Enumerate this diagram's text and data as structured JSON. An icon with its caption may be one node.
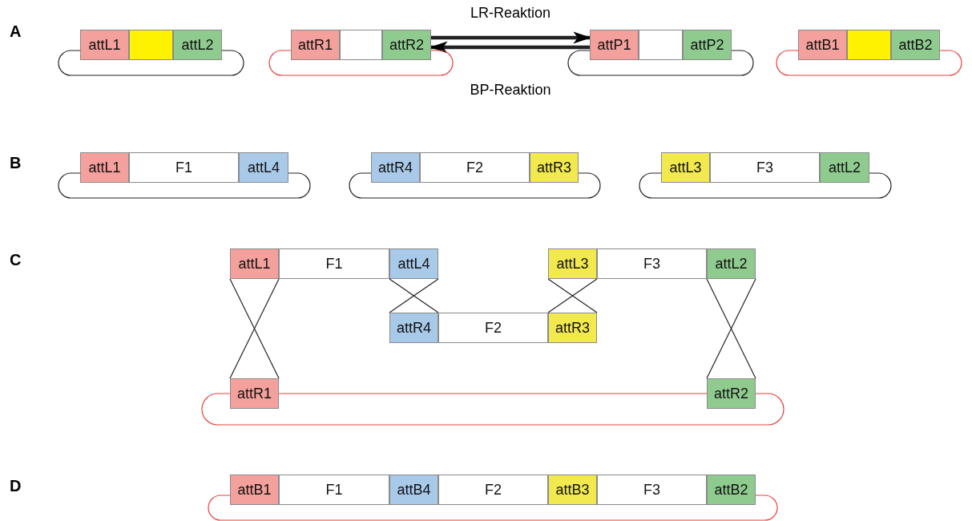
{
  "diagram": {
    "nodes": [
      {
        "text": [
          "attL1"
        ]
      },
      {
        "text": [],
        "shape": "box"
      },
      {
        "text": [
          "attL2"
        ]
      },
      {
        "text": [
          "attR1"
        ]
      },
      {
        "text": [],
        "shape": "box"
      },
      {
        "text": [
          "attR2"
        ]
      },
      {
        "text": [
          "attP1"
        ]
      },
      {
        "text": [],
        "shape": "box"
      },
      {
        "text": [
          "attP2"
        ]
      },
      {
        "text": [
          "attB1"
        ]
      },
      {
        "text": [],
        "shape": "box"
      },
      {
        "text": [
          "attB2"
        ]
      },
      {
        "text": [
          "attL1"
        ]
      },
      {
        "text": [
          "F1"
        ]
      },
      {
        "text": [
          "attL4"
        ]
      },
      {
        "text": [
          "attR4"
        ]
      },
      {
        "text": [
          "F2"
        ]
      },
      {
        "text": [
          "attR3"
        ]
      },
      {
        "text": [
          "attL3"
        ]
      },
      {
        "text": [
          "F3"
        ]
      },
      {
        "text": [
          "attL2"
        ]
      },
      {
        "text": [
          "attL1"
        ]
      },
      {
        "text": [
          "F1"
        ]
      },
      {
        "text": [
          "attL4"
        ]
      },
      {
        "text": [
          "attL3"
        ]
      },
      {
        "text": [
          "F3"
        ]
      },
      {
        "text": [
          "attL2"
        ]
      },
      {
        "text": [
          "attR4"
        ]
      },
      {
        "text": [
          "F2"
        ]
      },
      {
        "text": [
          "attR3"
        ]
      },
      {
        "text": [
          "attR1"
        ]
      },
      {
        "text": [
          "attR2"
        ]
      },
      {
        "text": [
          "attB1"
        ]
      },
      {
        "text": [
          "F1"
        ]
      },
      {
        "text": [
          "attB4"
        ]
      },
      {
        "text": [
          "F2"
        ]
      },
      {
        "text": [
          "attB3"
        ]
      },
      {
        "text": [
          "F3"
        ]
      },
      {
        "text": [
          "attB2"
        ]
      }
    ],
    "edges": [
      {
        "from": 5,
        "to": 6,
        "arrow": "to",
        "label": "LR-Reaktion",
        "style": "thick"
      },
      {
        "from": 6,
        "to": 5,
        "arrow": "to",
        "label": "BP-Reaktion",
        "style": "thick"
      },
      {
        "from": 0,
        "to": 2,
        "arrow": "none"
      },
      {
        "from": 3,
        "to": 5,
        "arrow": "none",
        "color": "#e8413c"
      },
      {
        "from": 6,
        "to": 8,
        "arrow": "none"
      },
      {
        "from": 9,
        "to": 11,
        "arrow": "none",
        "color": "#e8413c"
      },
      {
        "from": 12,
        "to": 14,
        "arrow": "none"
      },
      {
        "from": 15,
        "to": 17,
        "arrow": "none"
      },
      {
        "from": 18,
        "to": 20,
        "arrow": "none"
      },
      {
        "from": 21,
        "to": 30,
        "arrow": "none"
      },
      {
        "from": 21,
        "to": 30,
        "arrow": "none"
      },
      {
        "from": 23,
        "to": 27,
        "arrow": "none"
      },
      {
        "from": 23,
        "to": 27,
        "arrow": "none"
      },
      {
        "from": 24,
        "to": 29,
        "arrow": "none"
      },
      {
        "from": 24,
        "to": 29,
        "arrow": "none"
      },
      {
        "from": 26,
        "to": 31,
        "arrow": "none"
      },
      {
        "from": 26,
        "to": 31,
        "arrow": "none"
      },
      {
        "from": 30,
        "to": 31,
        "arrow": "none",
        "color": "#e8413c"
      },
      {
        "from": 30,
        "to": 31,
        "arrow": "none",
        "color": "#e8413c"
      },
      {
        "from": 32,
        "to": 38,
        "arrow": "none",
        "color": "#e8413c"
      }
    ],
    "labels": [
      "A",
      "B",
      "C",
      "D"
    ]
  }
}
